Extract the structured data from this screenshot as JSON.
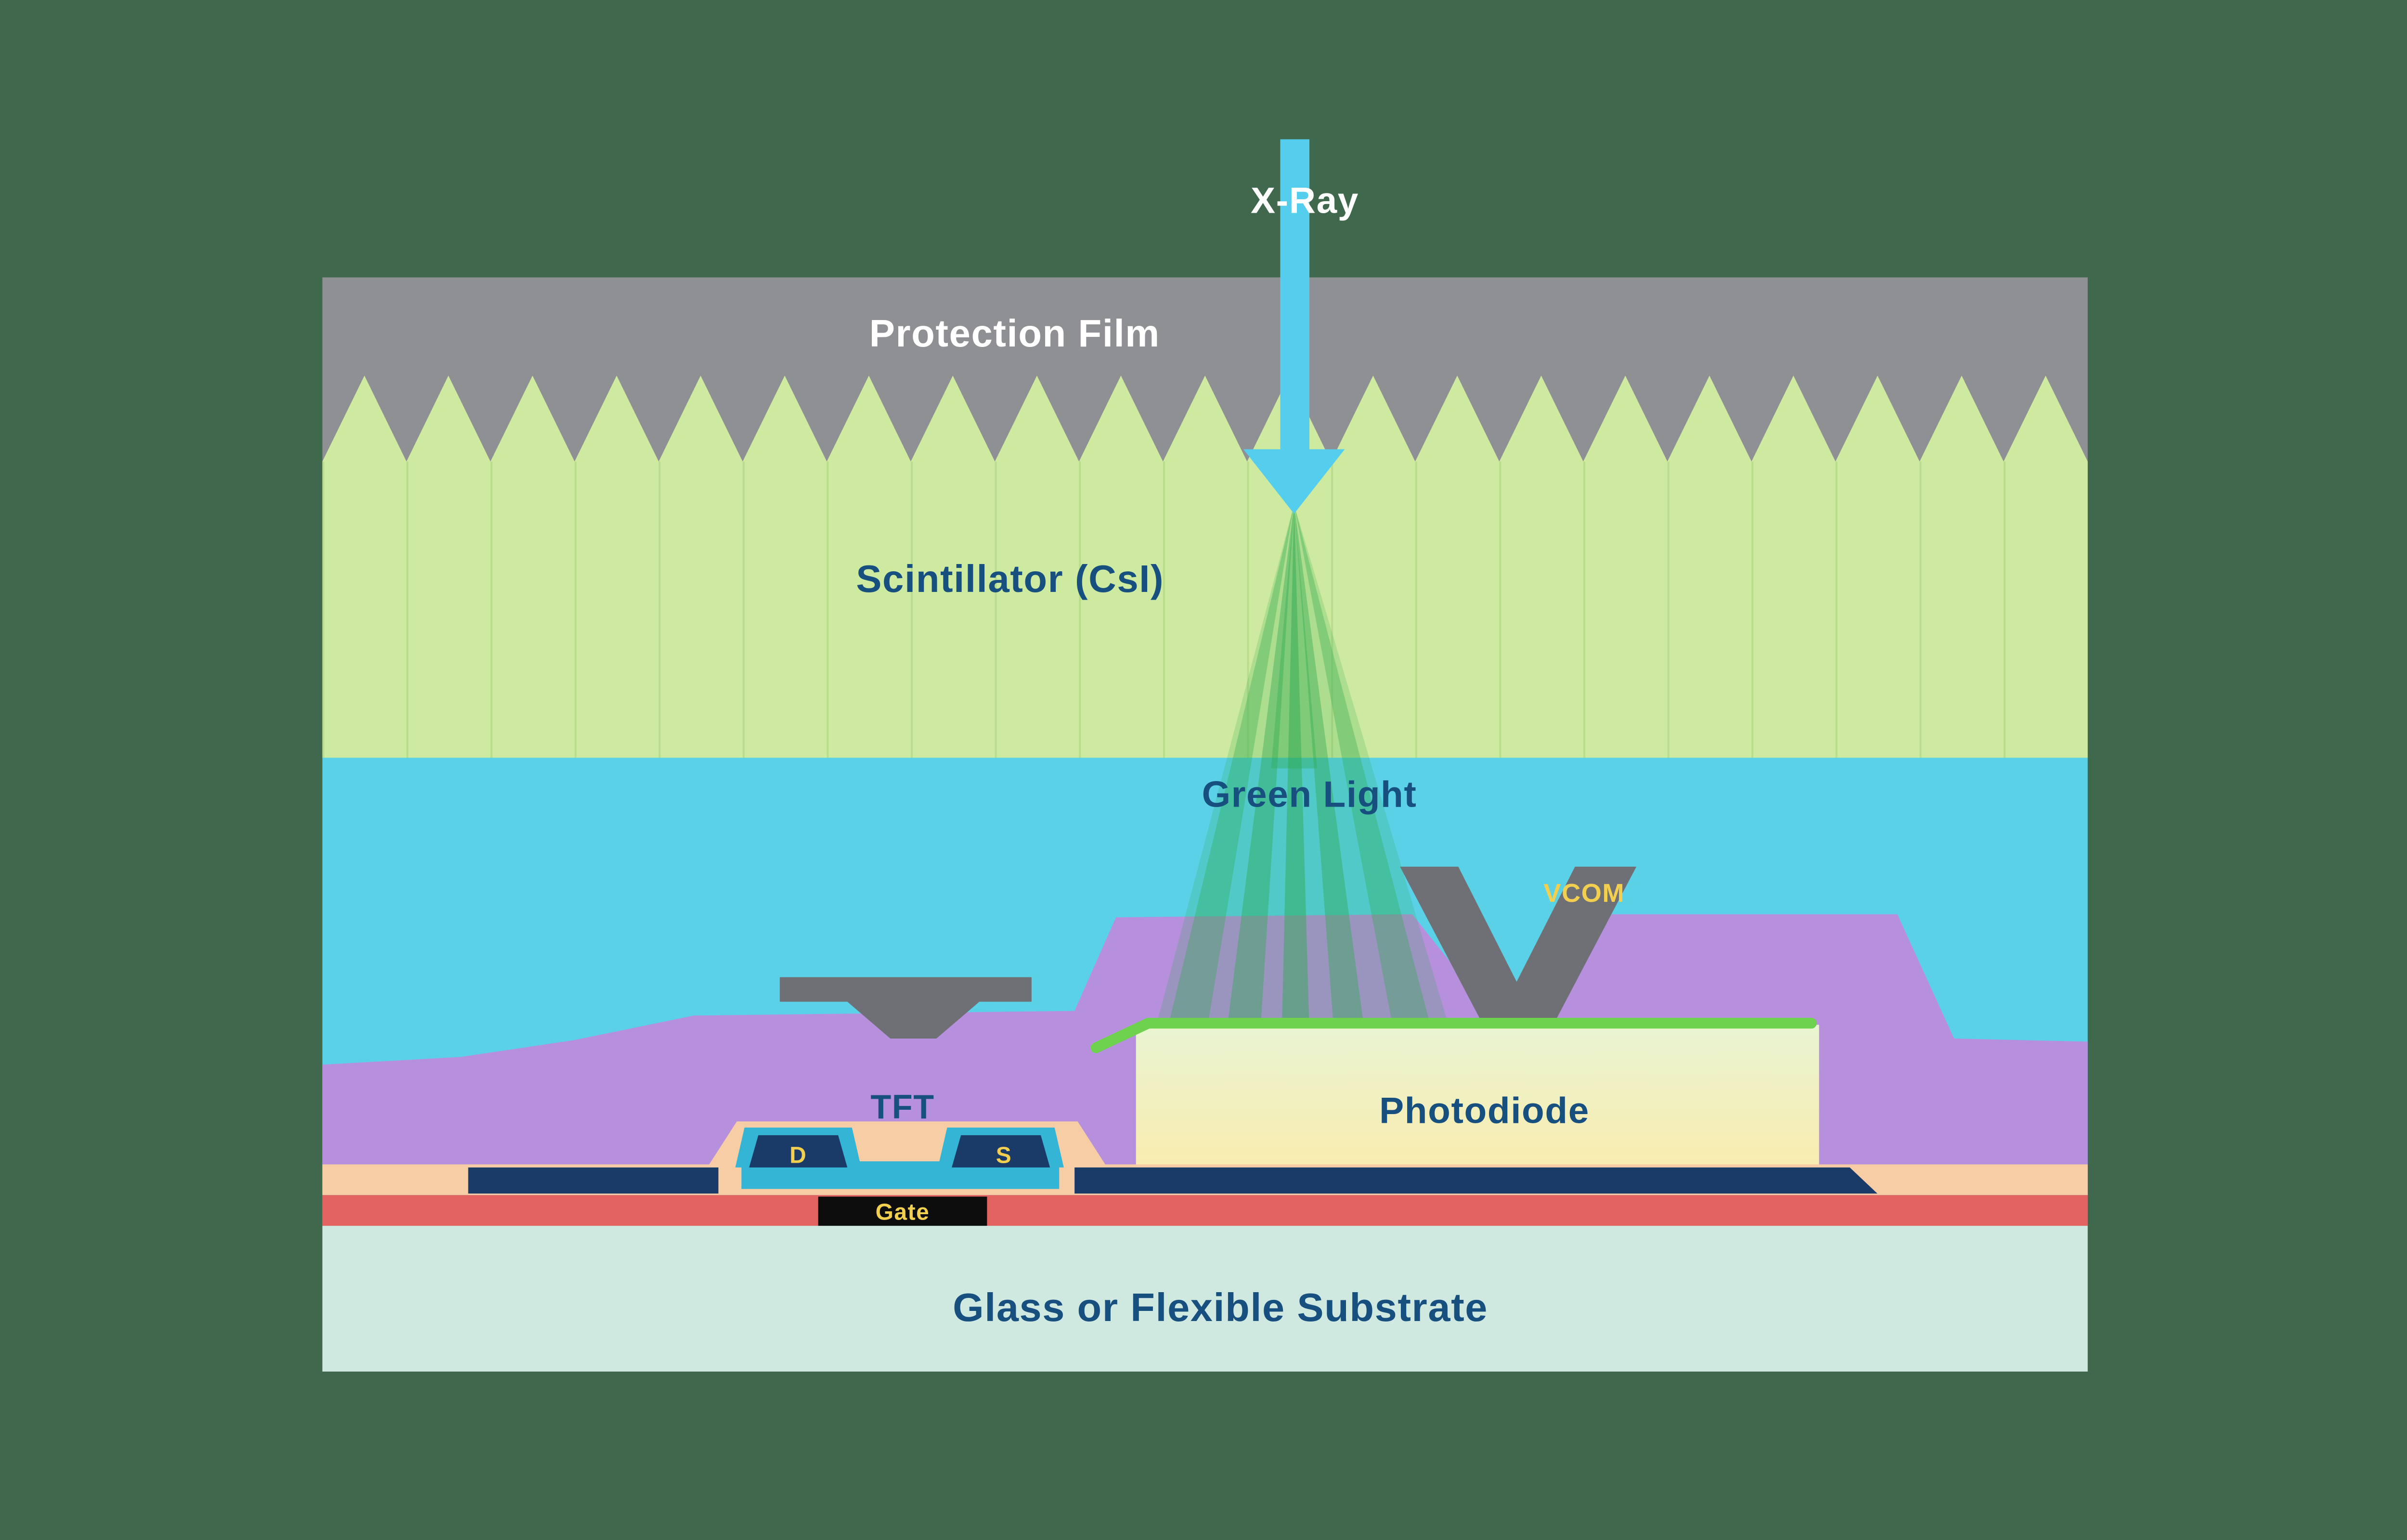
{
  "labels": {
    "xray": "X-Ray",
    "protection_film": "Protection Film",
    "scintillator": "Scintillator (CsI)",
    "green_light": "Green Light",
    "vcom": "VCOM",
    "tft": "TFT",
    "drain": "D",
    "source": "S",
    "gate": "Gate",
    "photodiode": "Photodiode",
    "substrate": "Glass or Flexible Substrate"
  },
  "colors": {
    "background": "#40684d",
    "protection_film": "#8f9094",
    "scintillator": "#cdeaa0",
    "scintillator_lines": "#b9dd8a",
    "light_cyan": "#5bd1e8",
    "planarization_purple": "#b690dd",
    "shield_gray": "#6f7075",
    "photodiode_edge_green": "#6fd24f",
    "insulator_salmon": "#f7cda6",
    "metal_navy": "#1a3a68",
    "channel_teal": "#35b5d5",
    "gate_dielectric_red": "#e2635f",
    "gate_black": "#0d0d0d",
    "substrate_teal": "#cfe9e0",
    "label_blue": "#17507f",
    "label_yellow": "#f2cf4f",
    "label_white": "#ffffff",
    "xray_arrow": "#55cdec",
    "green_light_ray": "#2ca94d"
  }
}
